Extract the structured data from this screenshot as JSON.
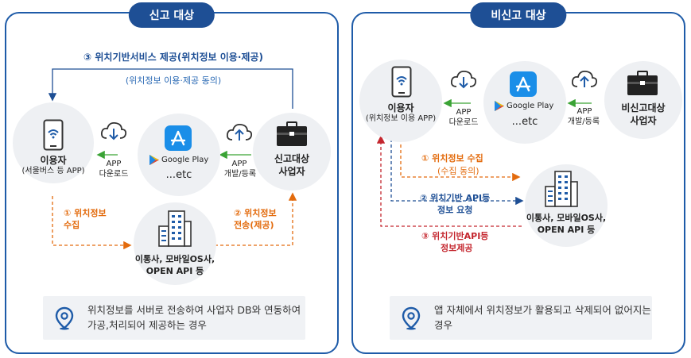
{
  "left": {
    "title": "신고 대상",
    "top_flow": "③ 위치기반서비스 제공(위치정보 이용·제공)",
    "top_flow_sub": "(위치정보 이용·제공 동의)",
    "user_label": "이용자",
    "user_sub": "(서울버스 등 APP)",
    "store_label": "...etc",
    "store_name": "Google Play",
    "business_label_1": "신고대상",
    "business_label_2": "사업자",
    "app_download_1": "APP",
    "app_download_2": "다운로드",
    "app_dev_1": "APP",
    "app_dev_2": "개발/등록",
    "step1_1": "① 위치정보",
    "step1_2": "수집",
    "step2_1": "② 위치정보",
    "step2_2": "전송(제공)",
    "telco_1": "이통사, 모바일OS사,",
    "telco_2": "OPEN API 등",
    "note": "위치정보를 서버로 전송하여 사업자 DB와 연동하여 가공,처리되어 제공하는 경우"
  },
  "right": {
    "title": "비신고 대상",
    "user_label": "이용자",
    "user_sub": "(위치정보 이용 APP)",
    "store_label": "...etc",
    "store_name": "Google Play",
    "business_label_1": "비신고대상",
    "business_label_2": "사업자",
    "app_download_1": "APP",
    "app_download_2": "다운로드",
    "app_dev_1": "APP",
    "app_dev_2": "개발/등록",
    "step1": "① 위치정보 수집",
    "step1_sub": "(수집 동의)",
    "step2_1": "② 위치기반 API등",
    "step2_2": "정보 요청",
    "step3_1": "③ 위치기반API등",
    "step3_2": "정보제공",
    "telco_1": "이통사, 모바일OS사,",
    "telco_2": "OPEN API 등",
    "note": "앱 자체에서 위치정보가 활용되고 삭제되어 없어지는 경우"
  },
  "colors": {
    "navy": "#1e4f95",
    "orange": "#e36b0d",
    "green": "#3aa335",
    "red": "#c4262e",
    "circle": "#eef0f3"
  }
}
